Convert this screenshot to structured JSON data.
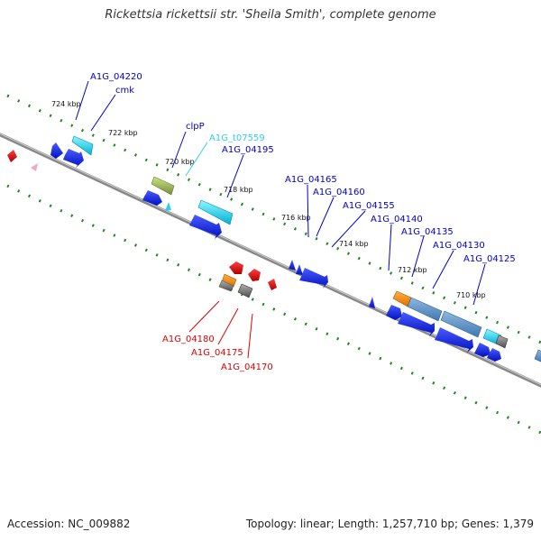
{
  "title": "Rickettsia rickettsii str. 'Sheila Smith', complete genome",
  "footer": {
    "accession": "Accession: NC_009882",
    "summary": "Topology: linear; Length: 1,257,710 bp; Genes: 1,379"
  },
  "colors": {
    "backbone": "#808080",
    "tick_dots": "#1a8a1a",
    "forward_labels": "#0000cc",
    "trna_label": "#33ccee",
    "reverse_labels": "#dd0000"
  },
  "scale_ticks": [
    "724 kbp",
    "722 kbp",
    "720 kbp",
    "718 kbp",
    "716 kbp",
    "714 kbp",
    "712 kbp",
    "710 kbp"
  ],
  "gene_labels": [
    {
      "text": "A1G_04220",
      "color": "#0000cc"
    },
    {
      "text": "cmk",
      "color": "#0000cc"
    },
    {
      "text": "clpP",
      "color": "#0000cc"
    },
    {
      "text": "A1G_t07559",
      "color": "#33ccee"
    },
    {
      "text": "A1G_04195",
      "color": "#0000cc"
    },
    {
      "text": "A1G_04165",
      "color": "#0000cc"
    },
    {
      "text": "A1G_04160",
      "color": "#0000cc"
    },
    {
      "text": "A1G_04155",
      "color": "#0000cc"
    },
    {
      "text": "A1G_04140",
      "color": "#0000cc"
    },
    {
      "text": "A1G_04135",
      "color": "#0000cc"
    },
    {
      "text": "A1G_04130",
      "color": "#0000cc"
    },
    {
      "text": "A1G_04125",
      "color": "#0000cc"
    },
    {
      "text": "A1G_04180",
      "color": "#dd0000"
    },
    {
      "text": "A1G_04175",
      "color": "#dd0000"
    },
    {
      "text": "A1G_04170",
      "color": "#dd0000"
    }
  ]
}
